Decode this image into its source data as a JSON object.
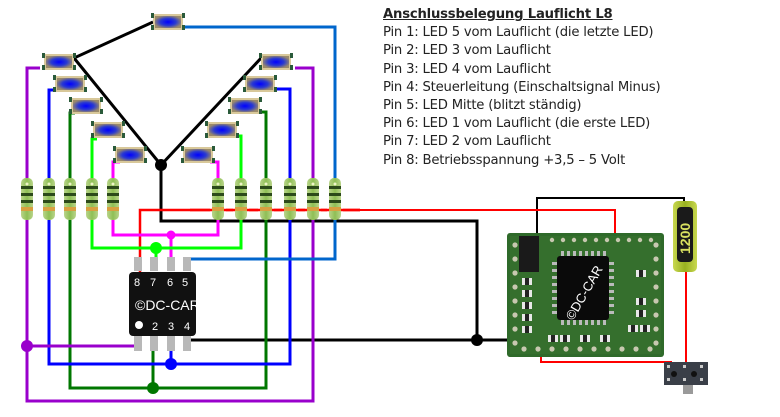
{
  "legend": {
    "title": "Anschlussbelegung Lauflicht L8",
    "pins": [
      "Pin 1: LED 5 vom Lauflicht (die letzte LED)",
      "Pin 2: LED 3 vom Lauflicht",
      "Pin 3: LED 4 vom Lauflicht",
      "Pin 4: Steuerleitung (Einschaltsignal Minus)",
      "Pin 5: LED Mitte (blitzt ständig)",
      "Pin 6: LED 1 vom Lauflicht (die erste LED)",
      "Pin 7: LED 2 vom Lauflicht",
      "Pin 8: Betriebsspannung +3,5 – 5 Volt"
    ]
  },
  "chip": {
    "label": "©DC-CAR",
    "top_pins": [
      "8",
      "7",
      "6",
      "5"
    ],
    "bottom_pins": [
      "",
      "2",
      "3",
      "4"
    ]
  },
  "module": {
    "label": "©DC-CAR"
  },
  "capacitor": {
    "label": "1200"
  },
  "colors": {
    "led1": "#ff00ff",
    "led2": "#00ff00",
    "led3": "#007700",
    "led4": "#0000ff",
    "led5": "#9900cc",
    "center": "#0066cc",
    "ground": "#000000",
    "power": "#ff0000"
  }
}
